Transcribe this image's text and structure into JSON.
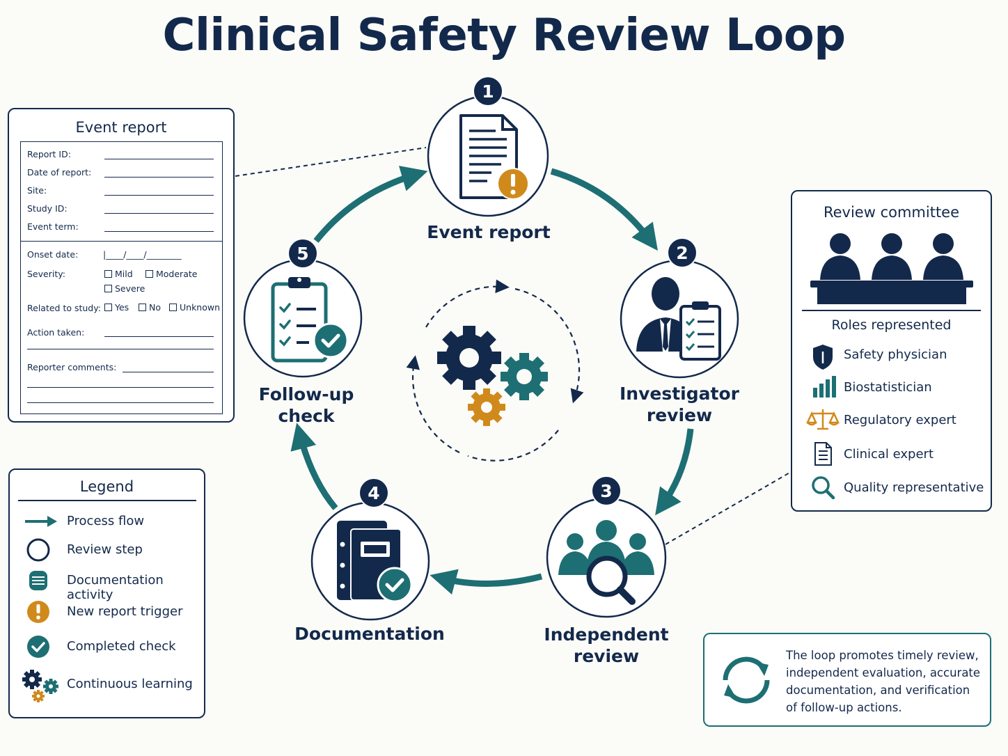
{
  "title": "Clinical Safety Review Loop",
  "colors": {
    "navy": "#13294b",
    "teal": "#1d6f73",
    "gold": "#d08a1c"
  },
  "steps": [
    {
      "number": "1",
      "label": "Event report",
      "icon": "document-alert-icon"
    },
    {
      "number": "2",
      "label_line1": "Investigator",
      "label_line2": "review",
      "icon": "investigator-clipboard-icon"
    },
    {
      "number": "3",
      "label_line1": "Independent",
      "label_line2": "review",
      "icon": "group-magnifier-icon"
    },
    {
      "number": "4",
      "label": "Documentation",
      "icon": "binder-check-icon"
    },
    {
      "number": "5",
      "label_line1": "Follow-up",
      "label_line2": "check",
      "icon": "checklist-check-icon"
    }
  ],
  "center_icon": "gears-cycle-icon",
  "event_report_form": {
    "title": "Event report",
    "fields": {
      "report_id": "Report ID:",
      "date_of_report": "Date of report:",
      "site": "Site:",
      "study_id": "Study ID:",
      "event_term": "Event term:",
      "onset_date": "Onset date:",
      "onset_date_pattern": "|____/____/________",
      "severity": "Severity:",
      "related_to_study": "Related to study:",
      "action_taken": "Action taken:",
      "reporter_comments": "Reporter comments:"
    },
    "severity_options": [
      "Mild",
      "Moderate",
      "Severe"
    ],
    "related_options": [
      "Yes",
      "No",
      "Unknown"
    ]
  },
  "legend": {
    "title": "Legend",
    "items": [
      {
        "label": "Process flow",
        "icon": "arrow-icon"
      },
      {
        "label": "Review step",
        "icon": "circle-icon"
      },
      {
        "label": "Documentation activity",
        "icon": "document-stack-icon"
      },
      {
        "label": "New report trigger",
        "icon": "alert-icon"
      },
      {
        "label": "Completed check",
        "icon": "check-icon"
      },
      {
        "label": "Continuous learning",
        "icon": "gears-icon"
      }
    ]
  },
  "committee": {
    "title": "Review committee",
    "roles_title": "Roles represented",
    "roles": [
      {
        "label": "Safety physician",
        "icon": "shield-icon"
      },
      {
        "label": "Biostatistician",
        "icon": "bar-chart-icon"
      },
      {
        "label": "Regulatory expert",
        "icon": "scales-icon"
      },
      {
        "label": "Clinical expert",
        "icon": "document-icon"
      },
      {
        "label": "Quality representative",
        "icon": "magnifier-icon"
      }
    ]
  },
  "note": {
    "text": "The loop promotes timely review, independent evaluation, accurate documentation, and verification of follow-up actions.",
    "icon": "refresh-cycle-icon"
  }
}
